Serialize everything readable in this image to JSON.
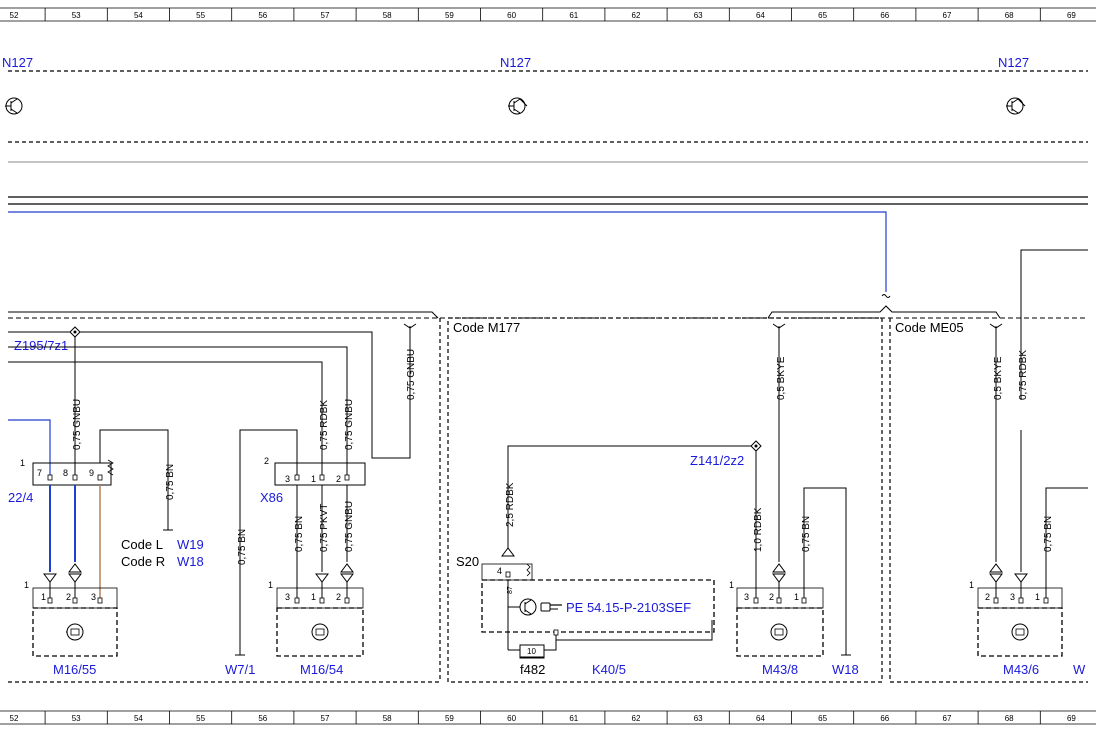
{
  "ruler": {
    "columns": [
      "52",
      "53",
      "54",
      "55",
      "56",
      "57",
      "58",
      "59",
      "60",
      "61",
      "62",
      "63",
      "64",
      "65",
      "66",
      "67",
      "68",
      "69"
    ]
  },
  "components": {
    "n127_left": "N127",
    "n127_mid": "N127",
    "n127_right": "N127",
    "z195": "Z195/7z1",
    "x86": "X86",
    "m_left": "22/4",
    "m16_55": "M16/55",
    "m16_54": "M16/54",
    "w7_1": "W7/1",
    "code_l": "Code L",
    "code_r": "Code R",
    "w19": "W19",
    "w18_a": "W18",
    "code_m177": "Code M177",
    "code_me05": "Code ME05",
    "z141": "Z141/2z2",
    "s20": "S20",
    "pe": "PE 54.15-P-2103SEF",
    "f482": "f482",
    "fuse_10": "10",
    "k40_5": "K40/5",
    "m43_8": "M43/8",
    "w18_b": "W18",
    "m43_6": "M43/6",
    "w_right": "W"
  },
  "wires": {
    "w_075gnbu_1": "0,75 GNBU",
    "w_075bn_1": "0,75 BN",
    "w_075rdbk_1": "0,75 RDBK",
    "w_075gnbu_2": "0,75 GNBU",
    "w_075gnbu_3": "0,75 GNBU",
    "w_075bn_w7": "0,75 BN",
    "w_075bn_2": "0,75 BN",
    "w_075pkvt": "0,75 PKVT",
    "w_075gnbu_4": "0,75 GNBU",
    "w_25rdbk": "2,5 RDBK",
    "w_05bkye_1": "0,5 BKYE",
    "w_10rdbk": "1,0 RDBK",
    "w_075bn_3": "0,75 BN",
    "w_05bkye_2": "0,5 BKYE",
    "w_075rdbk_2": "0,75 RDBK",
    "w_075bn_4": "0,75 BN"
  },
  "pins": {
    "c1_1": "1",
    "c1_7": "7",
    "c1_8": "8",
    "c1_9": "9",
    "c2_2": "2",
    "c2_3": "3",
    "c2_1": "1",
    "c2_2b": "2",
    "m55_1": "1",
    "m55_p1": "1",
    "m55_p2": "2",
    "m55_p3": "3",
    "m54_1": "1",
    "m54_p3": "3",
    "m54_p1": "1",
    "m54_p2": "2",
    "s20_4": "4",
    "s20_87": "87",
    "m438_1": "1",
    "m438_p3": "3",
    "m438_p2": "2",
    "m438_p1": "1",
    "m436_1": "1",
    "m436_p2": "2",
    "m436_p3": "3",
    "m436_p1": "1"
  },
  "colors": {
    "ink": "#000000",
    "label_blue": "#1a1adb",
    "wire_blue": "#1f3fd0",
    "wire_brown": "#b07850",
    "rule_gray": "#888888"
  }
}
